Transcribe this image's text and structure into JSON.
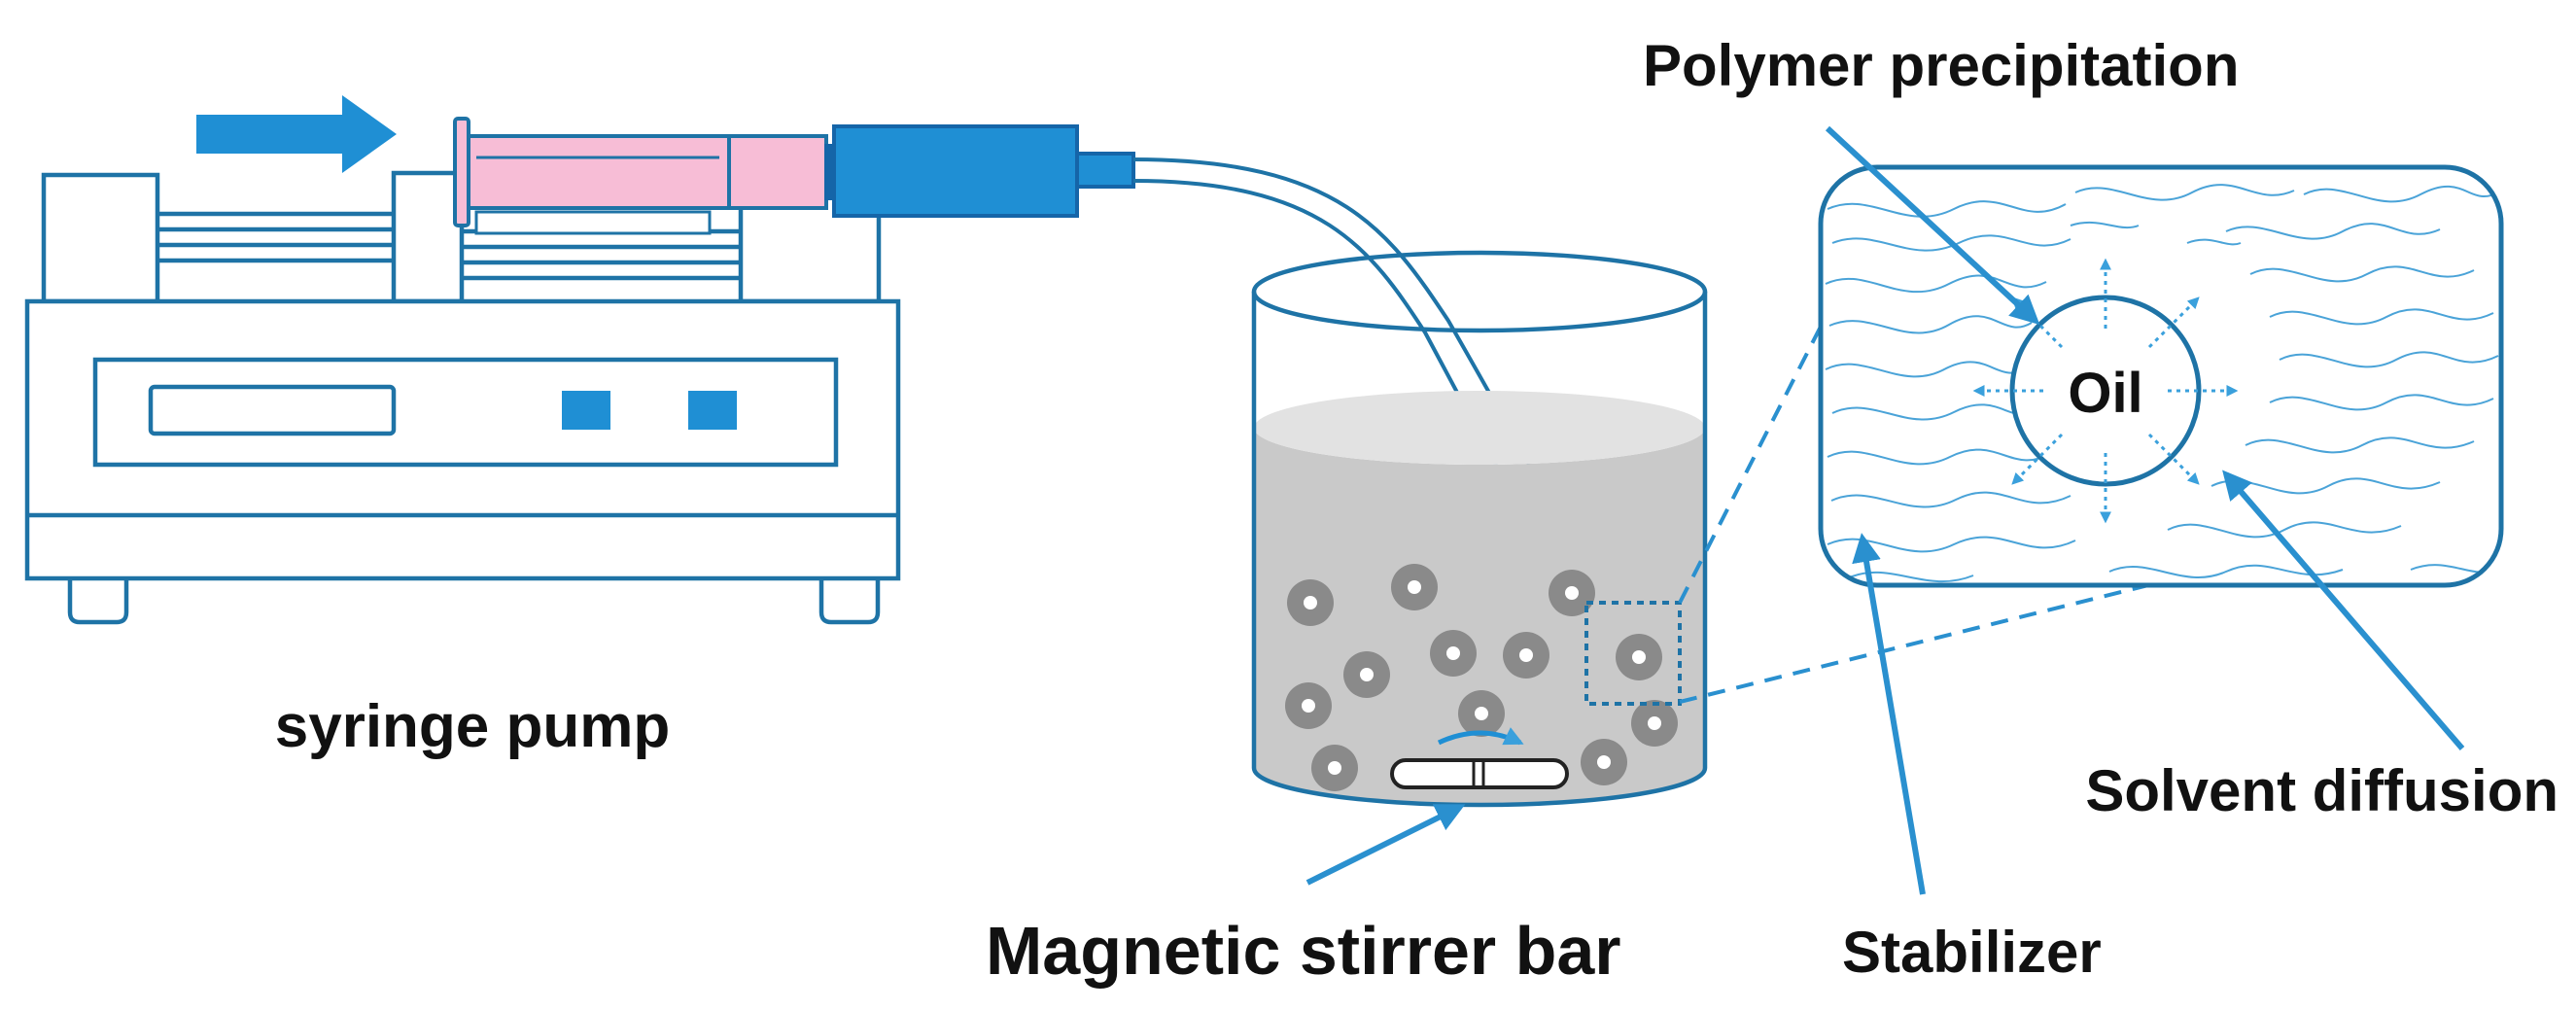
{
  "labels": {
    "syringe_pump": "syringe pump",
    "magnetic_stirrer_bar": "Magnetic stirrer bar",
    "polymer_precipitation": "Polymer precipitation",
    "oil": "Oil",
    "solvent_diffusion": "Solvent diffusion",
    "stabilizer": "Stabilizer"
  },
  "colors": {
    "outline": "#1e73a6",
    "accent_blue": "#1f8fd4",
    "dark_blue": "#1565a8",
    "syringe_liquid": "#f7bdd6",
    "liquid_fill": "#c9c9c9",
    "liquid_top": "#e2e2e2",
    "droplet": "#8a8a8a",
    "label_text": "#111111"
  },
  "icons": {
    "flow_arrow": "right-arrow-icon",
    "droplets": "droplet-icon",
    "rotation": "rotation-arc-icon"
  }
}
